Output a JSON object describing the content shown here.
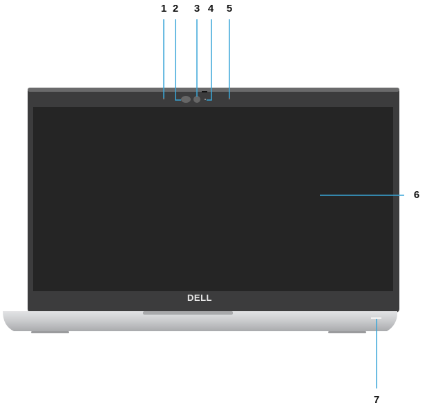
{
  "figure": {
    "logo_text": "DELL",
    "callouts": [
      {
        "number": "1"
      },
      {
        "number": "2"
      },
      {
        "number": "3"
      },
      {
        "number": "4"
      },
      {
        "number": "5"
      },
      {
        "number": "6"
      },
      {
        "number": "7"
      }
    ],
    "colors": {
      "callout_line": "#3aa6d8",
      "bezel": "#3a3a3a",
      "screen": "#262626",
      "chassis": "#c8c9cb"
    }
  }
}
